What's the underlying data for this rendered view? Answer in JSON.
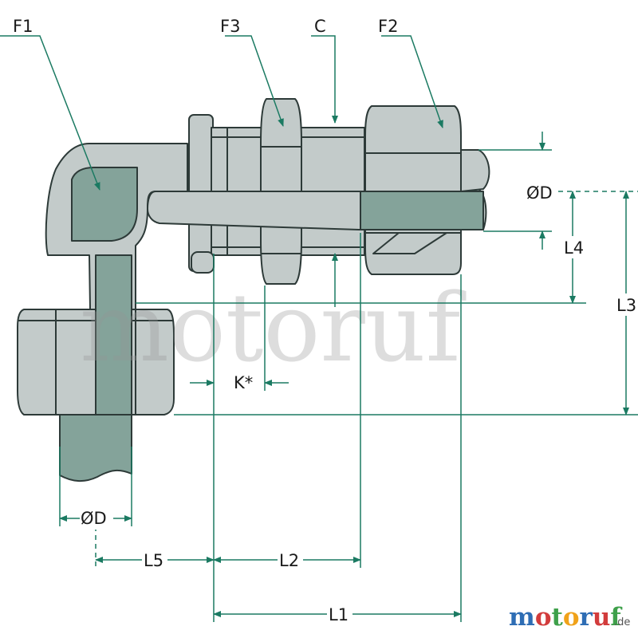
{
  "labels": {
    "f1": "F1",
    "f2": "F2",
    "f3": "F3",
    "c": "C",
    "od_right": "ØD",
    "od_bottom": "ØD",
    "l1": "L1",
    "l2": "L2",
    "l3": "L3",
    "l4": "L4",
    "l5": "L5",
    "k": "K*"
  },
  "watermark": "motoruf",
  "logo": {
    "letters": [
      "m",
      "o",
      "t",
      "o",
      "r",
      "u",
      "f"
    ],
    "suffix": ".de",
    "letter_colors": [
      "#2e6db4",
      "#d23c3c",
      "#3ea04a",
      "#f0a21a",
      "#2e6db4",
      "#d23c3c",
      "#3ea04a"
    ]
  },
  "colors": {
    "metal": "#c3cbca",
    "tube": "#84a39a",
    "dimension_lines": "#1b7a62"
  }
}
